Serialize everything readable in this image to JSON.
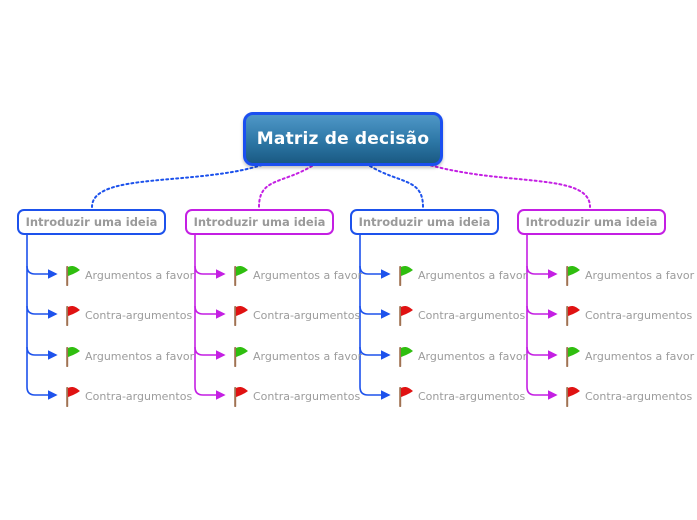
{
  "root": {
    "label": "Matriz de decisão"
  },
  "branches": [
    {
      "label": "Introduzir uma ideia",
      "accent": "blue",
      "items": [
        {
          "label": "Argumentos a favor",
          "flag": "green-flag-icon"
        },
        {
          "label": "Contra-argumentos",
          "flag": "red-flag-icon"
        },
        {
          "label": "Argumentos a favor",
          "flag": "green-flag-icon"
        },
        {
          "label": "Contra-argumentos",
          "flag": "red-flag-icon"
        }
      ]
    },
    {
      "label": "Introduzir uma ideia",
      "accent": "magenta",
      "items": [
        {
          "label": "Argumentos a favor",
          "flag": "green-flag-icon"
        },
        {
          "label": "Contra-argumentos",
          "flag": "red-flag-icon"
        },
        {
          "label": "Argumentos a favor",
          "flag": "green-flag-icon"
        },
        {
          "label": "Contra-argumentos",
          "flag": "red-flag-icon"
        }
      ]
    },
    {
      "label": "Introduzir uma ideia",
      "accent": "blue",
      "items": [
        {
          "label": "Argumentos a favor",
          "flag": "green-flag-icon"
        },
        {
          "label": "Contra-argumentos",
          "flag": "red-flag-icon"
        },
        {
          "label": "Argumentos a favor",
          "flag": "green-flag-icon"
        },
        {
          "label": "Contra-argumentos",
          "flag": "red-flag-icon"
        }
      ]
    },
    {
      "label": "Introduzir uma ideia",
      "accent": "magenta",
      "items": [
        {
          "label": "Argumentos a favor",
          "flag": "green-flag-icon"
        },
        {
          "label": "Contra-argumentos",
          "flag": "red-flag-icon"
        },
        {
          "label": "Argumentos a favor",
          "flag": "green-flag-icon"
        },
        {
          "label": "Contra-argumentos",
          "flag": "red-flag-icon"
        }
      ]
    }
  ],
  "colors": {
    "blue_connector": "#1d52ec",
    "magenta_connector": "#c41fe3",
    "root_border": "#1b4ff0",
    "root_fill_top": "#4f97c7",
    "root_fill_bottom": "#1a5a83",
    "flag_green": "#2fbe0f",
    "flag_red": "#e01212",
    "flag_pole": "#a07252",
    "node_text_gray": "#9a9a9a",
    "background": "#ffffff"
  }
}
